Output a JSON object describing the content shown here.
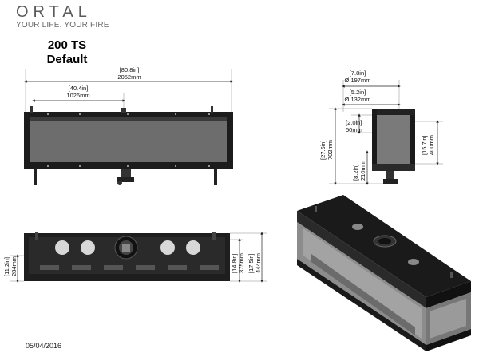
{
  "logo": {
    "wordmark": "ORTAL",
    "tagline": "YOUR LIFE. YOUR FIRE"
  },
  "title": {
    "model": "200 TS",
    "variant": "Default"
  },
  "date": "05/04/2016",
  "front_view": {
    "overall_width_in": "[80.8in]",
    "overall_width_mm": "2052mm",
    "half_width_in": "[40.4in]",
    "half_width_mm": "1026mm"
  },
  "side_view": {
    "flue_outer_in": "[7.8in]",
    "flue_outer_mm": "Ø 197mm",
    "flue_inner_in": "[5.2in]",
    "flue_inner_mm": "Ø 132mm",
    "top_offset_in": "[2.0in]",
    "top_offset_mm": "50mm",
    "total_height_in": "[27.6in]",
    "total_height_mm": "702mm",
    "glass_height_in": "[15.7in]",
    "glass_height_mm": "400mm",
    "bottom_in": "[8.2in]",
    "bottom_mm": "210mm"
  },
  "top_view": {
    "left_depth_in": "[11.2in]",
    "left_depth_mm": "284mm",
    "inner_depth_in": "[14.8in]",
    "inner_depth_mm": "375mm",
    "outer_depth_in": "[17.5in]",
    "outer_depth_mm": "444mm"
  }
}
